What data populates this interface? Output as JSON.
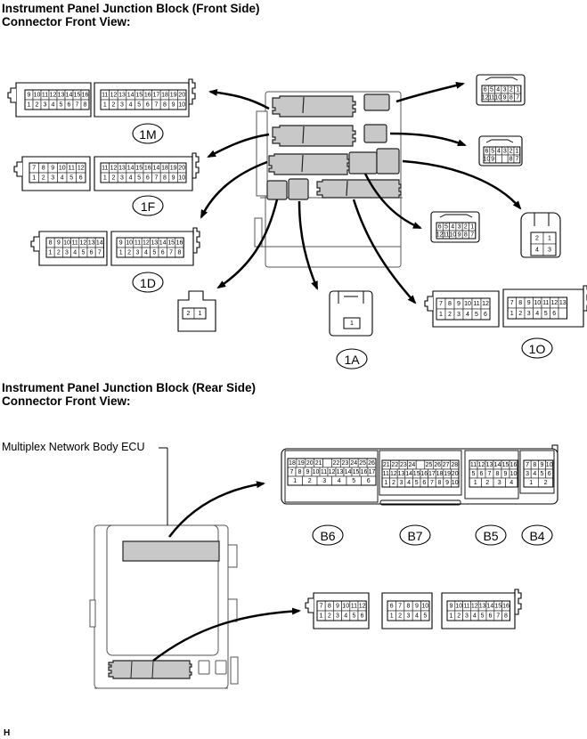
{
  "headings": {
    "front": [
      "Instrument Panel Junction Block (Front Side)",
      "Connector Front View:"
    ],
    "rear": [
      "Instrument Panel Junction Block (Rear Side)",
      "Connector Front View:"
    ]
  },
  "labels": {
    "ecu": "Multiplex Network Body ECU",
    "footer": "H"
  },
  "colors": {
    "line": "#000000",
    "fill_gray": "#c8c8c8",
    "outline_gray": "#555555"
  },
  "front_connectors": [
    {
      "id": "1M",
      "badge": "1M",
      "parts": [
        {
          "rows": [
            [
              "9",
              "10",
              "11",
              "12",
              "13",
              "14",
              "15",
              "16"
            ],
            [
              "1",
              "2",
              "3",
              "4",
              "5",
              "6",
              "7",
              "8"
            ]
          ]
        },
        {
          "rows": [
            [
              "11",
              "12",
              "13",
              "14",
              "15",
              "16",
              "17",
              "18",
              "19",
              "20"
            ],
            [
              "1",
              "2",
              "3",
              "4",
              "5",
              "6",
              "7",
              "8",
              "9",
              "10"
            ]
          ]
        }
      ]
    },
    {
      "id": "1F",
      "badge": "1F",
      "parts": [
        {
          "rows": [
            [
              "7",
              "8",
              "9",
              "10",
              "11",
              "12"
            ],
            [
              "1",
              "2",
              "3",
              "4",
              "5",
              "6"
            ]
          ]
        },
        {
          "rows": [
            [
              "11",
              "12",
              "13",
              "14",
              "15",
              "16",
              "14",
              "18",
              "19",
              "20"
            ],
            [
              "1",
              "2",
              "3",
              "4",
              "5",
              "6",
              "7",
              "8",
              "9",
              "10"
            ]
          ]
        }
      ]
    },
    {
      "id": "1D",
      "badge": "1D",
      "parts": [
        {
          "rows": [
            [
              "8",
              "9",
              "10",
              "11",
              "12",
              "13",
              "14"
            ],
            [
              "1",
              "2",
              "3",
              "4",
              "5",
              "6",
              "7"
            ]
          ]
        },
        {
          "rows": [
            [
              "9",
              "10",
              "11",
              "12",
              "13",
              "14",
              "15",
              "16"
            ],
            [
              "1",
              "2",
              "3",
              "4",
              "5",
              "6",
              "7",
              "8"
            ]
          ]
        }
      ]
    },
    {
      "id": "2pin",
      "badge": "",
      "parts": [
        {
          "rows": [
            [
              "2",
              "1"
            ]
          ]
        }
      ]
    },
    {
      "id": "1A",
      "badge": "1A",
      "parts": [
        {
          "rows": [
            [
              "1"
            ]
          ]
        }
      ]
    },
    {
      "id": "1O",
      "badge": "1O",
      "parts": [
        {
          "rows": [
            [
              "7",
              "8",
              "9",
              "10",
              "11",
              "12"
            ],
            [
              "1",
              "2",
              "3",
              "4",
              "5",
              "6"
            ]
          ]
        },
        {
          "rows": [
            [
              "7",
              "8",
              "9",
              "10",
              "11",
              "12",
              "13"
            ],
            [
              "1",
              "2",
              "3",
              "4",
              "5",
              "6",
              ""
            ]
          ]
        }
      ]
    },
    {
      "id": "12pin-a",
      "badge": "",
      "parts": [
        {
          "rows": [
            [
              "6",
              "5",
              "4",
              "3",
              "2",
              "1"
            ],
            [
              "12",
              "11",
              "10",
              "9",
              "8",
              "7"
            ]
          ]
        }
      ]
    },
    {
      "id": "10pin",
      "badge": "",
      "parts": [
        {
          "rows": [
            [
              "6",
              "5",
              "4",
              "3",
              "2",
              "1"
            ],
            [
              "10",
              "9",
              "",
              "",
              "8",
              "7"
            ]
          ]
        }
      ]
    },
    {
      "id": "12pin-b",
      "badge": "",
      "parts": [
        {
          "rows": [
            [
              "6",
              "5",
              "4",
              "3",
              "2",
              "1"
            ],
            [
              "12",
              "11",
              "10",
              "9",
              "8",
              "7"
            ]
          ]
        }
      ]
    },
    {
      "id": "4pin",
      "badge": "",
      "parts": [
        {
          "rows": [
            [
              "2",
              "1"
            ],
            [
              "4",
              "3"
            ]
          ]
        }
      ]
    }
  ],
  "rear_connectors": {
    "ecu_block": [
      {
        "id": "B6",
        "badge": "B6",
        "rows": [
          [
            "18",
            "19",
            "20",
            "21",
            "",
            "22",
            "23",
            "24",
            "25",
            "26"
          ],
          [
            "7",
            "8",
            "9",
            "10",
            "11",
            "12",
            "13",
            "14",
            "15",
            "16",
            "17"
          ],
          [
            "1",
            "2",
            "3",
            "4",
            "5",
            "6"
          ]
        ]
      },
      {
        "id": "B7",
        "badge": "B7",
        "rows": [
          [
            "21",
            "22",
            "23",
            "24",
            "",
            "25",
            "26",
            "27",
            "28"
          ],
          [
            "11",
            "12",
            "13",
            "14",
            "15",
            "16",
            "17",
            "18",
            "19",
            "20"
          ],
          [
            "1",
            "2",
            "3",
            "4",
            "5",
            "6",
            "7",
            "8",
            "9",
            "10"
          ]
        ]
      },
      {
        "id": "B5",
        "badge": "B5",
        "rows": [
          [
            "11",
            "12",
            "13",
            "14",
            "15",
            "16"
          ],
          [
            "5",
            "6",
            "7",
            "8",
            "9",
            "10"
          ],
          [
            "1",
            "2",
            "3",
            "4"
          ]
        ]
      },
      {
        "id": "B4",
        "badge": "B4",
        "rows": [
          [
            "7",
            "8",
            "9",
            "10"
          ],
          [
            "3",
            "4",
            "5",
            "6"
          ],
          [
            "1",
            "2"
          ]
        ]
      }
    ],
    "bottom": [
      {
        "id": "rear-a",
        "rows": [
          [
            "7",
            "8",
            "9",
            "10",
            "11",
            "12"
          ],
          [
            "1",
            "2",
            "3",
            "4",
            "5",
            "6"
          ]
        ]
      },
      {
        "id": "rear-b",
        "rows": [
          [
            "6",
            "7",
            "8",
            "9",
            "10"
          ],
          [
            "1",
            "2",
            "3",
            "4",
            "5"
          ]
        ]
      },
      {
        "id": "rear-c",
        "rows": [
          [
            "9",
            "10",
            "11",
            "12",
            "13",
            "14",
            "15",
            "16"
          ],
          [
            "1",
            "2",
            "3",
            "4",
            "5",
            "6",
            "7",
            "8"
          ]
        ]
      }
    ]
  }
}
